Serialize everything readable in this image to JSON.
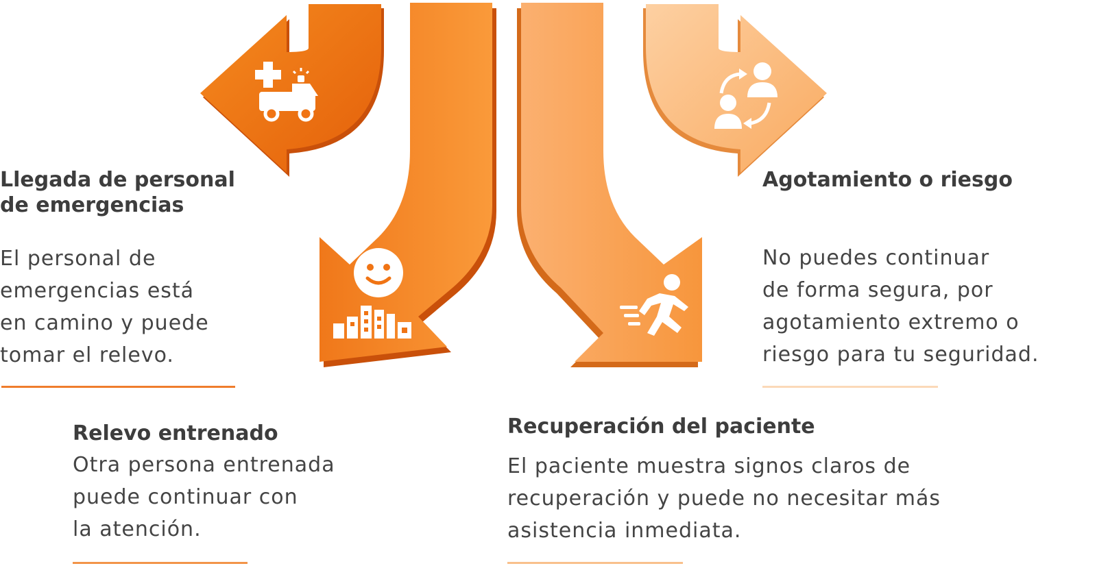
{
  "colors": {
    "arrow_dark": "#e8650a",
    "arrow_mid": "#f7922d",
    "arrow_light": "#fbbf86",
    "rule_dark": "#ef7d2c",
    "rule_light": "#fbd9b8",
    "text": "#444444"
  },
  "icons": {
    "arrow_top_left": "ambulance-icon",
    "arrow_bottom_left": "smiley-city-icon",
    "arrow_bottom_right": "running-person-icon",
    "arrow_top_right": "swap-people-icon"
  },
  "items": {
    "emergency": {
      "title": "Llegada de personal\nde emergencias",
      "body": "El personal de\nemergencias está\nen camino y puede\ntomar el relevo."
    },
    "exhaustion": {
      "title": "Agotamiento o riesgo",
      "body": "No puedes continuar\nde forma segura, por\nagotamiento extremo o\nriesgo para tu seguridad."
    },
    "relief": {
      "title": "Relevo entrenado",
      "body": "Otra persona entrenada\npuede continuar con\nla atención."
    },
    "recovery": {
      "title": "Recuperación del paciente",
      "body": "El paciente muestra signos claros de\nrecuperación y puede no necesitar más\nasistencia inmediata."
    }
  }
}
